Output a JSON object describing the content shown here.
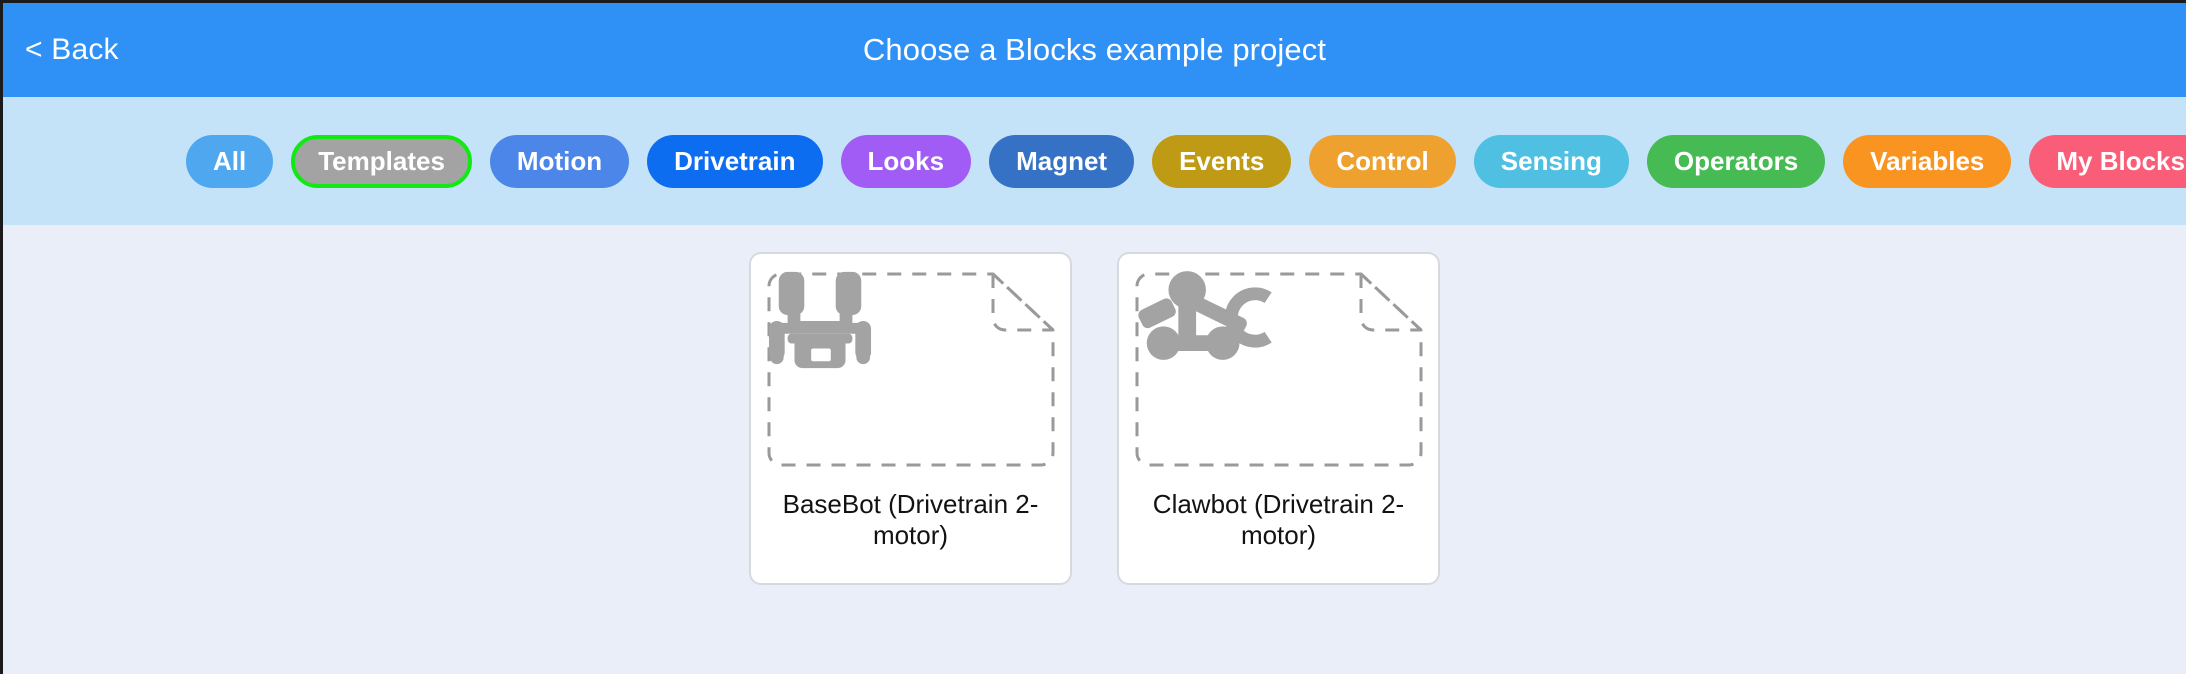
{
  "header": {
    "back_label": "< Back",
    "title": "Choose a Blocks example project",
    "bg_color": "#2f90f5"
  },
  "filter_bar": {
    "bg_color": "#c5e3f8",
    "selected_outline_color": "#14e814",
    "pills": [
      {
        "label": "All",
        "color": "#4fa8ef",
        "selected": false
      },
      {
        "label": "Templates",
        "color": "#a3a3a3",
        "selected": true
      },
      {
        "label": "Motion",
        "color": "#4c86e8",
        "selected": false
      },
      {
        "label": "Drivetrain",
        "color": "#0d6df0",
        "selected": false
      },
      {
        "label": "Looks",
        "color": "#a05cf5",
        "selected": false
      },
      {
        "label": "Magnet",
        "color": "#3571c4",
        "selected": false
      },
      {
        "label": "Events",
        "color": "#bf9a14",
        "selected": false
      },
      {
        "label": "Control",
        "color": "#efa12f",
        "selected": false
      },
      {
        "label": "Sensing",
        "color": "#4fc0e2",
        "selected": false
      },
      {
        "label": "Operators",
        "color": "#46bb53",
        "selected": false
      },
      {
        "label": "Variables",
        "color": "#fa9421",
        "selected": false
      },
      {
        "label": "My Blocks",
        "color": "#fa5d78",
        "selected": false
      }
    ]
  },
  "content": {
    "bg_color": "#e9eef9",
    "cards": [
      {
        "title": "BaseBot (Drivetrain 2-motor)",
        "icon": "basebot-robot-icon"
      },
      {
        "title": "Clawbot (Drivetrain 2-motor)",
        "icon": "clawbot-robot-icon"
      }
    ]
  }
}
